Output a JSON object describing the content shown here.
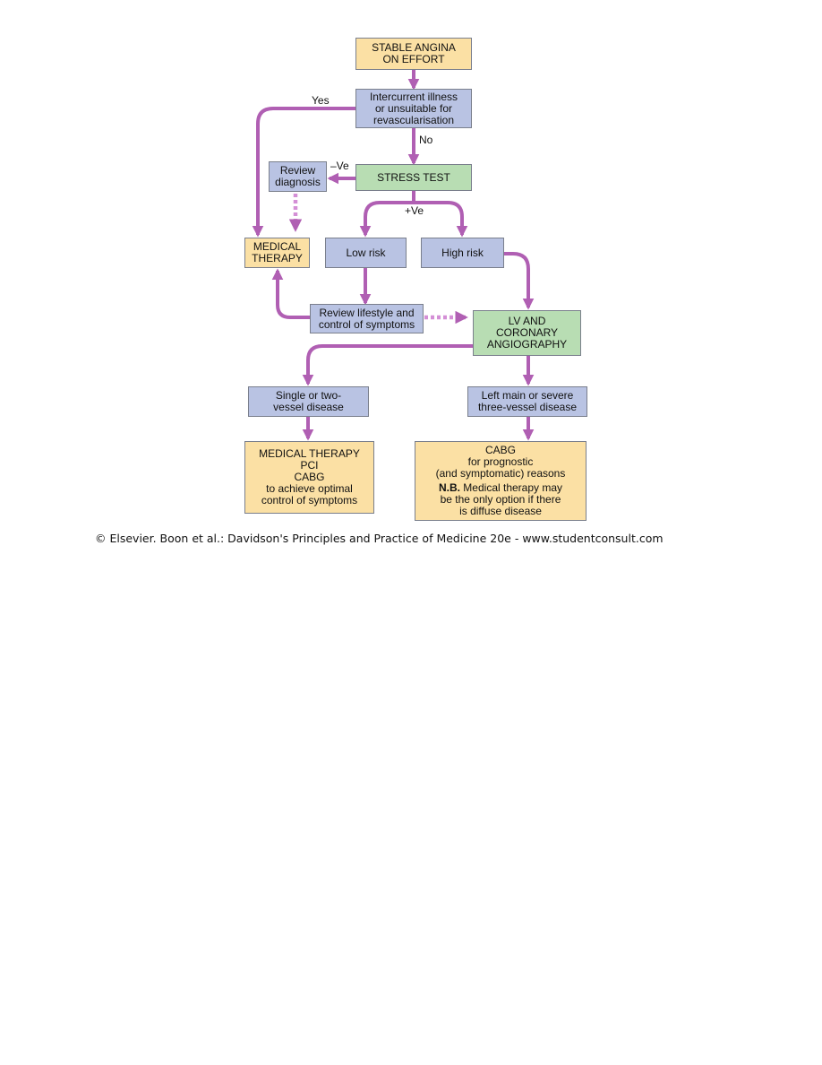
{
  "nodes": {
    "stable_angina": [
      "STABLE ANGINA",
      "ON EFFORT"
    ],
    "intercurrent": [
      "Intercurrent illness",
      "or unsuitable for",
      "revascularisation"
    ],
    "stress_test": [
      "STRESS TEST"
    ],
    "review_diagnosis": [
      "Review",
      "diagnosis"
    ],
    "medical_therapy": [
      "MEDICAL",
      "THERAPY"
    ],
    "low_risk": [
      "Low risk"
    ],
    "high_risk": [
      "High risk"
    ],
    "review_lifestyle": [
      "Review lifestyle and",
      "control of symptoms"
    ],
    "lv_angiography": [
      "LV AND",
      "CORONARY",
      "ANGIOGRAPHY"
    ],
    "single_two_vessel": [
      "Single or two-",
      "vessel disease"
    ],
    "left_main": [
      "Left main or severe",
      "three-vessel disease"
    ],
    "outcome_left": [
      "MEDICAL THERAPY",
      "PCI",
      "CABG",
      "to achieve optimal",
      "control of symptoms"
    ],
    "outcome_right_top": [
      "CABG",
      "for prognostic",
      "(and symptomatic) reasons"
    ],
    "outcome_right_note_bold": "N.B.",
    "outcome_right_note": [
      " Medical therapy may",
      "be the only option if there",
      "is diffuse disease"
    ]
  },
  "labels": {
    "yes": "Yes",
    "no": "No",
    "neg": "–Ve",
    "pos": "+Ve"
  },
  "caption": "© Elsevier. Boon et al.: Davidson's Principles and Practice of Medicine 20e - www.studentconsult.com",
  "colors": {
    "arrow": "#b05fb3",
    "blue_box": "#b9c3e3",
    "green_box": "#b8ddb3",
    "yellow_box": "#fbe0a4"
  }
}
